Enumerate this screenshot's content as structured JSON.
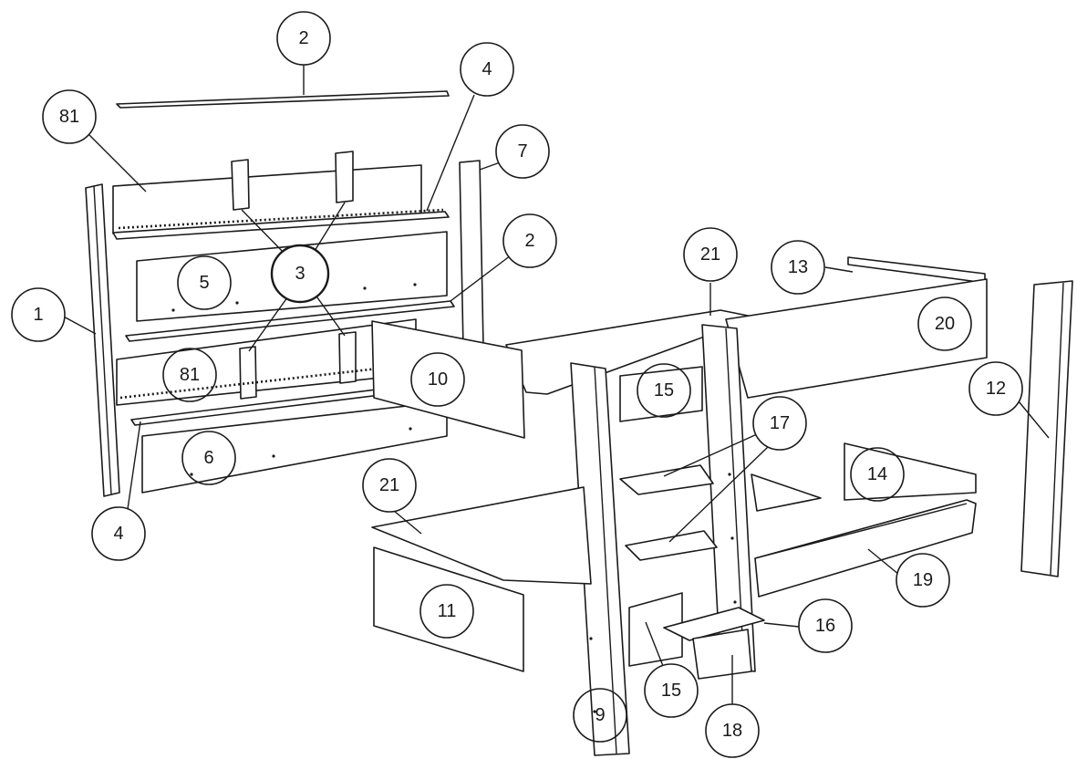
{
  "callouts": [
    {
      "id": "c-2-top",
      "label": "2"
    },
    {
      "id": "c-4-top",
      "label": "4"
    },
    {
      "id": "c-81-top",
      "label": "81"
    },
    {
      "id": "c-7",
      "label": "7"
    },
    {
      "id": "c-2-mid",
      "label": "2"
    },
    {
      "id": "c-21-top",
      "label": "21"
    },
    {
      "id": "c-13",
      "label": "13"
    },
    {
      "id": "c-5",
      "label": "5"
    },
    {
      "id": "c-3",
      "label": "3"
    },
    {
      "id": "c-20",
      "label": "20"
    },
    {
      "id": "c-1",
      "label": "1"
    },
    {
      "id": "c-81-mid",
      "label": "81"
    },
    {
      "id": "c-10",
      "label": "10"
    },
    {
      "id": "c-15-top",
      "label": "15"
    },
    {
      "id": "c-12",
      "label": "12"
    },
    {
      "id": "c-17",
      "label": "17"
    },
    {
      "id": "c-6",
      "label": "6"
    },
    {
      "id": "c-14",
      "label": "14"
    },
    {
      "id": "c-21-bottom",
      "label": "21"
    },
    {
      "id": "c-4-bottom",
      "label": "4"
    },
    {
      "id": "c-19",
      "label": "19"
    },
    {
      "id": "c-11",
      "label": "11"
    },
    {
      "id": "c-16",
      "label": "16"
    },
    {
      "id": "c-15-bottom",
      "label": "15"
    },
    {
      "id": "c-9",
      "label": "9"
    },
    {
      "id": "c-18",
      "label": "18"
    }
  ]
}
